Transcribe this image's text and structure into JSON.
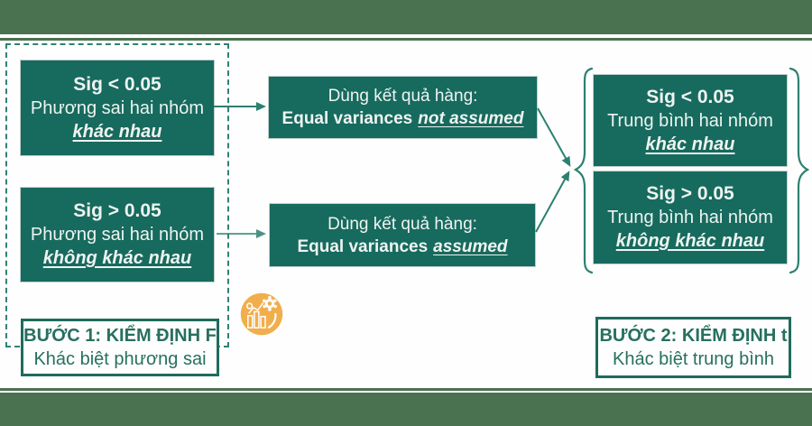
{
  "step1": {
    "boxes": [
      {
        "line1": "Sig < 0.05",
        "line2": "Phương sai hai nhóm",
        "line3": "khác nhau"
      },
      {
        "line1": "Sig > 0.05",
        "line2": "Phương sai hai nhóm",
        "line3": "không khác nhau"
      }
    ],
    "label": {
      "title": "BƯỚC 1: KIỂM ĐỊNH F",
      "subtitle": "Khác biệt phương sai"
    }
  },
  "decision": {
    "boxes": [
      {
        "line1": "Dùng kết quả hàng:",
        "line2_normal": "Equal variances",
        "line2_emphasis": "not assumed"
      },
      {
        "line1": "Dùng kết quả hàng:",
        "line2_normal": "Equal variances",
        "line2_emphasis": "assumed"
      }
    ]
  },
  "step2": {
    "boxes": [
      {
        "line1": "Sig < 0.05",
        "line2": "Trung bình hai nhóm",
        "line3": "khác nhau"
      },
      {
        "line1": "Sig > 0.05",
        "line2": "Trung bình hai nhóm",
        "line3": "không khác nhau"
      }
    ],
    "label": {
      "title": "BƯỚC 2: KIỂM ĐỊNH t",
      "subtitle": "Khác biệt trung bình"
    }
  },
  "watermark": {
    "icon": "analytics-logo-icon",
    "color": "#f1a83e"
  },
  "colors": {
    "node_fill": "#176a5e",
    "node_text": "#eef4f1",
    "accent_teal": "#2f8273",
    "label_border": "#1f6b5d",
    "label_text": "#27705f",
    "band_green": "#4a7150",
    "watermark_orange": "#f1a83e"
  }
}
